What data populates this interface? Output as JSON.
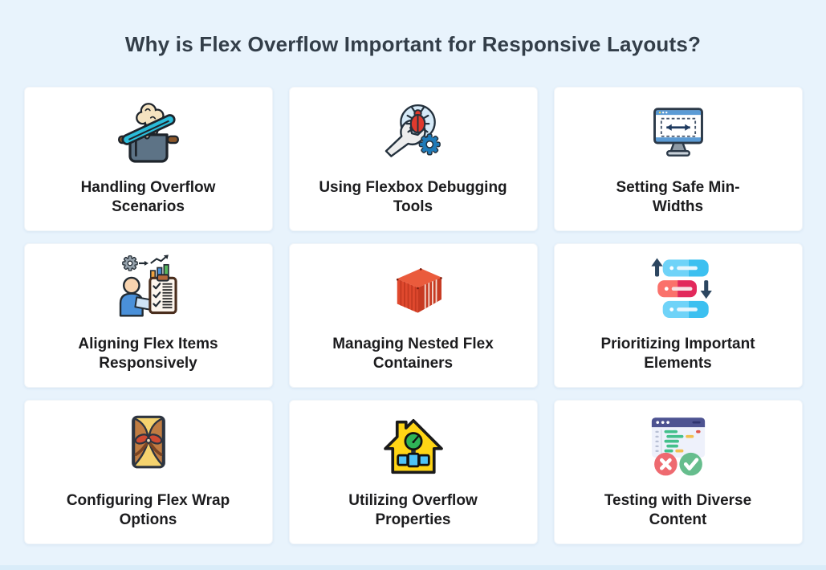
{
  "title": "Why is Flex Overflow Important for Responsive Layouts?",
  "colors": {
    "background": "#e8f3fc",
    "card": "#ffffff",
    "title_text": "#333e49",
    "label_text": "#1c1c1e",
    "pot_teal": "#2bbcd9",
    "bug_red": "#df3a2e",
    "gear_blue": "#1e7ab8",
    "monitor_blue": "#5b9bd5",
    "person_blue": "#4a90d9",
    "container_red": "#e0492e",
    "priority_blue": "#3cc0f0",
    "priority_red": "#e2295b",
    "gift_brown": "#c07c42",
    "gift_gold": "#f5d36e",
    "house_yellow": "#ffd515",
    "gauge_green": "#2fb457",
    "pipe_blue": "#4fc3f7",
    "browser_header": "#4d5391",
    "pass_green": "#66bd8d",
    "fail_red": "#ee6a70"
  },
  "cards": [
    {
      "label": "Handling Overflow Scenarios",
      "icon": "pot-overflow-icon"
    },
    {
      "label": "Using Flexbox Debugging Tools",
      "icon": "bug-magnifier-wrench-icon"
    },
    {
      "label": "Setting Safe Min-Widths",
      "icon": "monitor-width-arrow-icon"
    },
    {
      "label": "Aligning Flex Items Responsively",
      "icon": "person-checklist-chart-icon"
    },
    {
      "label": "Managing Nested Flex Containers",
      "icon": "shipping-container-icon"
    },
    {
      "label": "Prioritizing Important Elements",
      "icon": "priority-sort-arrows-icon"
    },
    {
      "label": "Configuring Flex Wrap Options",
      "icon": "gift-wrap-icon"
    },
    {
      "label": "Utilizing Overflow Properties",
      "icon": "house-gauge-pipe-icon"
    },
    {
      "label": "Testing with Diverse Content",
      "icon": "browser-pass-fail-icon"
    }
  ]
}
